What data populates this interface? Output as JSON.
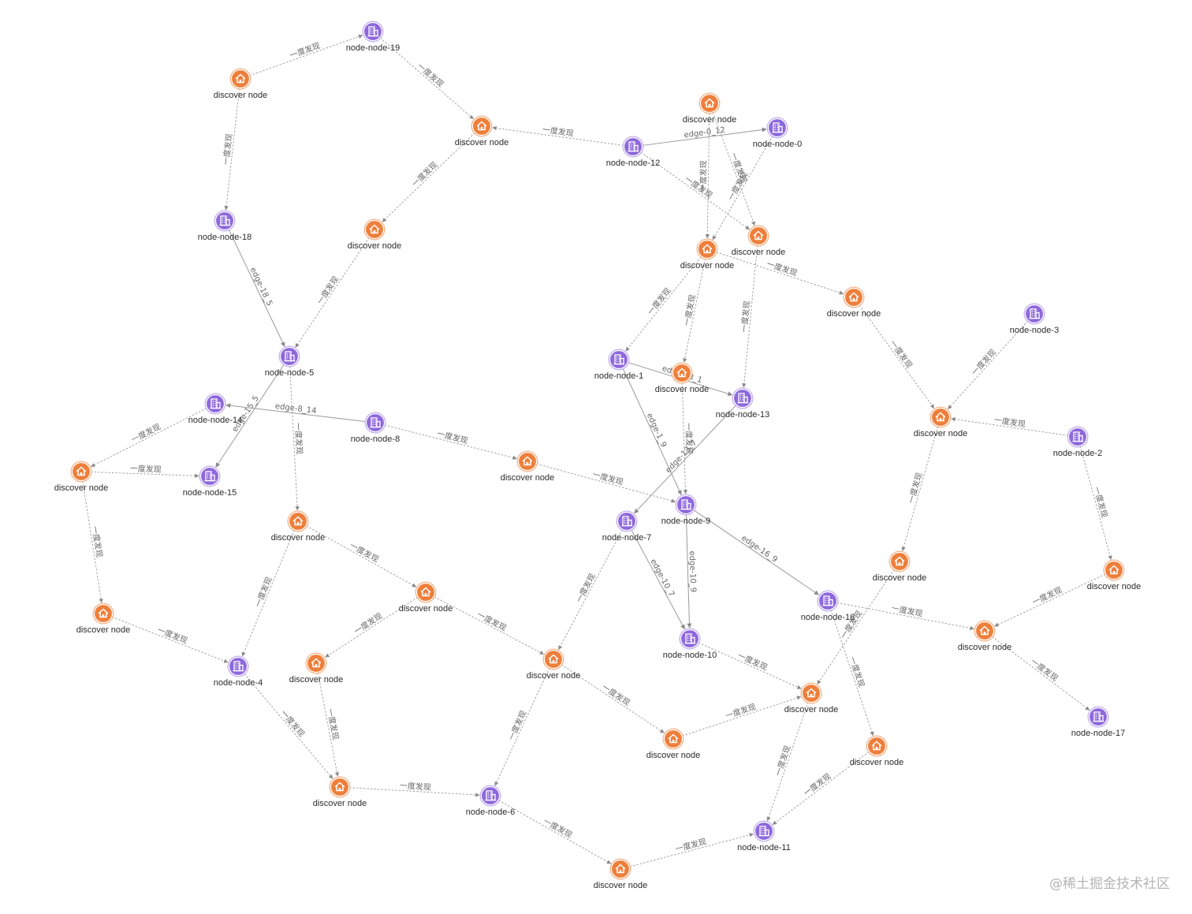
{
  "colors": {
    "discover_fill": "#ee7f3b",
    "discover_ring": "#f3b68d",
    "node_fill": "#8e68dc",
    "node_ring": "#c4b2ef",
    "edge": "#9a9a9a",
    "label": "#2b2b2b"
  },
  "icons": {
    "discover": "house-icon",
    "node": "building-icon"
  },
  "nodes": [
    {
      "id": "n19",
      "kind": "node",
      "label": "node-node-19"
    },
    {
      "id": "d_a",
      "kind": "discover",
      "label": "discover node"
    },
    {
      "id": "d_b",
      "kind": "discover",
      "label": "discover node"
    },
    {
      "id": "n18",
      "kind": "node",
      "label": "node-node-18"
    },
    {
      "id": "d_c",
      "kind": "discover",
      "label": "discover node"
    },
    {
      "id": "n5",
      "kind": "node",
      "label": "node-node-5"
    },
    {
      "id": "d_d",
      "kind": "discover",
      "label": "discover node"
    },
    {
      "id": "n12",
      "kind": "node",
      "label": "node-node-12"
    },
    {
      "id": "n0",
      "kind": "node",
      "label": "node-node-0"
    },
    {
      "id": "d_e",
      "kind": "discover",
      "label": "discover node"
    },
    {
      "id": "d_f",
      "kind": "discover",
      "label": "discover node"
    },
    {
      "id": "d_g",
      "kind": "discover",
      "label": "discover node"
    },
    {
      "id": "n1",
      "kind": "node",
      "label": "node-node-1"
    },
    {
      "id": "d_h",
      "kind": "discover",
      "label": "discover node"
    },
    {
      "id": "n13",
      "kind": "node",
      "label": "node-node-13"
    },
    {
      "id": "n3",
      "kind": "node",
      "label": "node-node-3"
    },
    {
      "id": "d_i",
      "kind": "discover",
      "label": "discover node"
    },
    {
      "id": "n2",
      "kind": "node",
      "label": "node-node-2"
    },
    {
      "id": "n14",
      "kind": "node",
      "label": "node-node-14"
    },
    {
      "id": "n8",
      "kind": "node",
      "label": "node-node-8"
    },
    {
      "id": "d_j",
      "kind": "discover",
      "label": "discover node"
    },
    {
      "id": "n15",
      "kind": "node",
      "label": "node-node-15"
    },
    {
      "id": "d_k",
      "kind": "discover",
      "label": "discover node"
    },
    {
      "id": "n9",
      "kind": "node",
      "label": "node-node-9"
    },
    {
      "id": "n7",
      "kind": "node",
      "label": "node-node-7"
    },
    {
      "id": "d_l",
      "kind": "discover",
      "label": "discover node"
    },
    {
      "id": "d_m",
      "kind": "discover",
      "label": "discover node"
    },
    {
      "id": "d_n",
      "kind": "discover",
      "label": "discover node"
    },
    {
      "id": "d_o",
      "kind": "discover",
      "label": "discover node"
    },
    {
      "id": "n16",
      "kind": "node",
      "label": "node-node-16"
    },
    {
      "id": "d_p",
      "kind": "discover",
      "label": "discover node"
    },
    {
      "id": "n4",
      "kind": "node",
      "label": "node-node-4"
    },
    {
      "id": "d_q",
      "kind": "discover",
      "label": "discover node"
    },
    {
      "id": "n10",
      "kind": "node",
      "label": "node-node-10"
    },
    {
      "id": "d_r",
      "kind": "discover",
      "label": "discover node"
    },
    {
      "id": "d_s",
      "kind": "discover",
      "label": "discover node"
    },
    {
      "id": "d_t",
      "kind": "discover",
      "label": "discover node"
    },
    {
      "id": "d_u",
      "kind": "discover",
      "label": "discover node"
    },
    {
      "id": "n17",
      "kind": "node",
      "label": "node-node-17"
    },
    {
      "id": "d_v",
      "kind": "discover",
      "label": "discover node"
    },
    {
      "id": "d_w",
      "kind": "discover",
      "label": "discover node"
    },
    {
      "id": "n6",
      "kind": "node",
      "label": "node-node-6"
    },
    {
      "id": "n11",
      "kind": "node",
      "label": "node-node-11"
    },
    {
      "id": "d_x",
      "kind": "discover",
      "label": "discover node"
    },
    {
      "id": "d_y",
      "kind": "discover",
      "label": "discover node"
    }
  ],
  "edges": [
    {
      "source": "d_a",
      "target": "n19",
      "label": "一度发现",
      "style": "dashed"
    },
    {
      "source": "n19",
      "target": "d_b",
      "label": "一度发现",
      "style": "dashed"
    },
    {
      "source": "d_a",
      "target": "n18",
      "label": "一度发现",
      "style": "dashed"
    },
    {
      "source": "d_b",
      "target": "d_c",
      "label": "一度发现",
      "style": "dashed"
    },
    {
      "source": "n12",
      "target": "d_b",
      "label": "一度发现",
      "style": "dashed"
    },
    {
      "source": "d_c",
      "target": "n5",
      "label": "一度发现",
      "style": "dashed"
    },
    {
      "source": "n18",
      "target": "n5",
      "label": "edge-18_5",
      "style": "solid"
    },
    {
      "source": "n12",
      "target": "n0",
      "label": "edge-0_12",
      "style": "solid"
    },
    {
      "source": "d_d",
      "target": "d_f",
      "label": "一度发现",
      "style": "dashed"
    },
    {
      "source": "d_d",
      "target": "d_e",
      "label": "一度发现",
      "style": "dashed"
    },
    {
      "source": "n12",
      "target": "d_e",
      "label": "一度发现",
      "style": "dashed"
    },
    {
      "source": "n0",
      "target": "d_f",
      "label": "一度发现",
      "style": "dashed"
    },
    {
      "source": "d_f",
      "target": "d_g",
      "label": "一度发现",
      "style": "dashed"
    },
    {
      "source": "d_f",
      "target": "n1",
      "label": "一度发现",
      "style": "dashed"
    },
    {
      "source": "d_f",
      "target": "d_h",
      "label": "一度发现",
      "style": "dashed"
    },
    {
      "source": "d_e",
      "target": "n13",
      "label": "一度发现",
      "style": "dashed"
    },
    {
      "source": "n1",
      "target": "n13",
      "label": "edge-13_1",
      "style": "solid"
    },
    {
      "source": "d_g",
      "target": "d_i",
      "label": "一度发现",
      "style": "dashed"
    },
    {
      "source": "n3",
      "target": "d_i",
      "label": "一度发现",
      "style": "dashed"
    },
    {
      "source": "n2",
      "target": "d_i",
      "label": "一度发现",
      "style": "dashed"
    },
    {
      "source": "n5",
      "target": "n15",
      "label": "edge-15_5",
      "style": "solid"
    },
    {
      "source": "n5",
      "target": "d_k",
      "label": "一度发现",
      "style": "dashed"
    },
    {
      "source": "n8",
      "target": "n14",
      "label": "edge-8_14",
      "style": "solid"
    },
    {
      "source": "n14",
      "target": "d_j",
      "label": "一度发现",
      "style": "dashed"
    },
    {
      "source": "d_j",
      "target": "n15",
      "label": "一度发现",
      "style": "dashed"
    },
    {
      "source": "n8",
      "target": "d_l",
      "label": "一度发现",
      "style": "dashed"
    },
    {
      "source": "d_l",
      "target": "n9",
      "label": "一度发现",
      "style": "dashed"
    },
    {
      "source": "n1",
      "target": "n9",
      "label": "edge-1_9",
      "style": "solid"
    },
    {
      "source": "d_h",
      "target": "n9",
      "label": "一度发现",
      "style": "dashed"
    },
    {
      "source": "n13",
      "target": "n7",
      "label": "edge-13_7",
      "style": "solid"
    },
    {
      "source": "n9",
      "target": "n10",
      "label": "edge-10_9",
      "style": "solid"
    },
    {
      "source": "n7",
      "target": "n10",
      "label": "edge-10_7",
      "style": "solid"
    },
    {
      "source": "n9",
      "target": "n16",
      "label": "edge-16_9",
      "style": "solid"
    },
    {
      "source": "d_i",
      "target": "d_m",
      "label": "一度发现",
      "style": "dashed"
    },
    {
      "source": "n2",
      "target": "d_n",
      "label": "一度发现",
      "style": "dashed"
    },
    {
      "source": "d_j",
      "target": "d_o",
      "label": "一度发现",
      "style": "dashed"
    },
    {
      "source": "d_o",
      "target": "n4",
      "label": "一度发现",
      "style": "dashed"
    },
    {
      "source": "d_k",
      "target": "n4",
      "label": "一度发现",
      "style": "dashed"
    },
    {
      "source": "d_k",
      "target": "d_p",
      "label": "一度发现",
      "style": "dashed"
    },
    {
      "source": "d_p",
      "target": "d_q",
      "label": "一度发现",
      "style": "dashed"
    },
    {
      "source": "d_p",
      "target": "d_s",
      "label": "一度发现",
      "style": "dashed"
    },
    {
      "source": "n7",
      "target": "d_s",
      "label": "一度发现",
      "style": "dashed"
    },
    {
      "source": "d_m",
      "target": "d_r",
      "label": "一度发现",
      "style": "dashed"
    },
    {
      "source": "n16",
      "target": "d_t",
      "label": "一度发现",
      "style": "dashed"
    },
    {
      "source": "d_n",
      "target": "d_t",
      "label": "一度发现",
      "style": "dashed"
    },
    {
      "source": "d_t",
      "target": "n17",
      "label": "一度发现",
      "style": "dashed"
    },
    {
      "source": "n16",
      "target": "d_x",
      "label": "一度发现",
      "style": "dashed"
    },
    {
      "source": "n10",
      "target": "d_r",
      "label": "一度发现",
      "style": "dashed"
    },
    {
      "source": "d_s",
      "target": "d_u",
      "label": "一度发现",
      "style": "dashed"
    },
    {
      "source": "d_u",
      "target": "d_r",
      "label": "一度发现",
      "style": "dashed"
    },
    {
      "source": "n4",
      "target": "d_v",
      "label": "一度发现",
      "style": "dashed"
    },
    {
      "source": "d_q",
      "target": "d_v",
      "label": "一度发现",
      "style": "dashed"
    },
    {
      "source": "d_v",
      "target": "n6",
      "label": "一度发现",
      "style": "dashed"
    },
    {
      "source": "d_s",
      "target": "n6",
      "label": "一度发现",
      "style": "dashed"
    },
    {
      "source": "n6",
      "target": "d_w",
      "label": "一度发现",
      "style": "dashed"
    },
    {
      "source": "d_w",
      "target": "n11",
      "label": "一度发现",
      "style": "dashed"
    },
    {
      "source": "d_r",
      "target": "n11",
      "label": "一度发现",
      "style": "dashed"
    },
    {
      "source": "d_x",
      "target": "n11",
      "label": "一度发现",
      "style": "dashed"
    }
  ],
  "watermark": "@稀土掘金技术社区"
}
